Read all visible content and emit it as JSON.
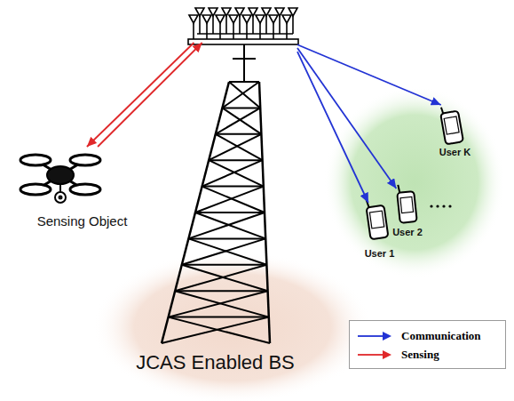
{
  "diagram": {
    "nodes": [
      {
        "text": [
          "JCAS Enabled BS"
        ]
      },
      {
        "text": [
          "Sensing Object"
        ]
      },
      {
        "text": [
          "User 1"
        ]
      },
      {
        "text": [
          "User 2"
        ]
      },
      {
        "text": [
          "User K"
        ]
      }
    ],
    "edges": [
      {
        "from": 0,
        "to": 4,
        "arrow": "to"
      },
      {
        "from": 0,
        "to": 3,
        "arrow": "to"
      },
      {
        "from": 0,
        "to": 2,
        "arrow": "to"
      },
      {
        "from": 0,
        "to": 1,
        "arrow": "to"
      },
      {
        "from": 1,
        "to": 0,
        "arrow": "to"
      }
    ],
    "legend": [
      {
        "text": "Communication"
      },
      {
        "text": "Sensing"
      }
    ]
  }
}
